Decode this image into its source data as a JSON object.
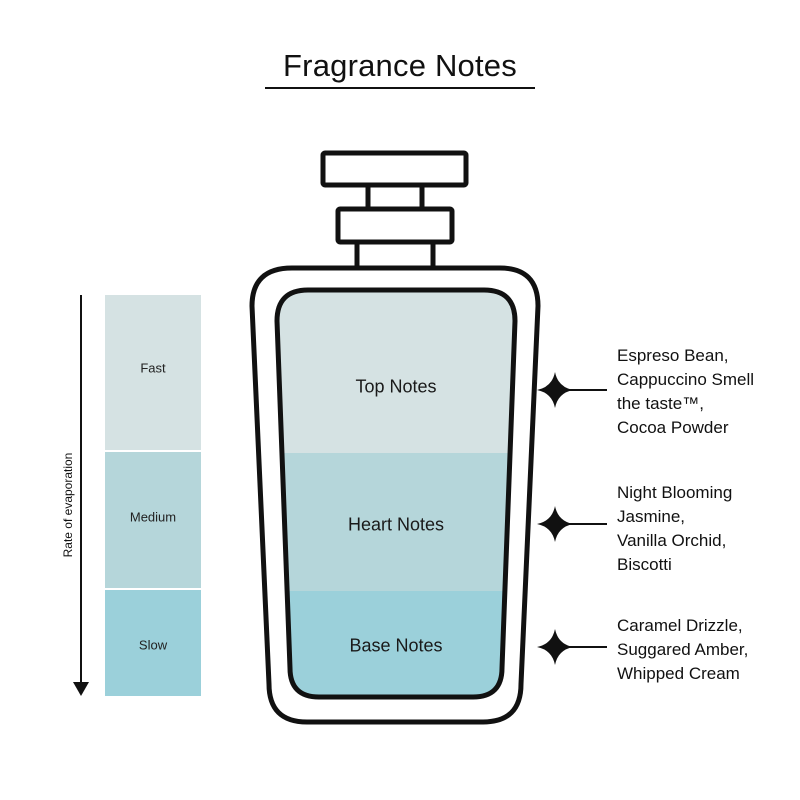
{
  "title": "Fragrance Notes",
  "axis_label": "Rate of evaporation",
  "scale": {
    "fast": "Fast",
    "medium": "Medium",
    "slow": "Slow"
  },
  "layers": {
    "top": "Top Notes",
    "heart": "Heart Notes",
    "base": "Base Notes"
  },
  "notes": {
    "top": [
      "Espreso Bean,",
      "Cappuccino Smell",
      "the taste™,",
      "Cocoa Powder"
    ],
    "heart": [
      "Night Blooming",
      "Jasmine,",
      "Vanilla Orchid,",
      "Biscotti"
    ],
    "base": [
      "Caramel Drizzle,",
      "Suggared Amber,",
      "Whipped Cream"
    ]
  },
  "colors": {
    "top": "#d5e2e3",
    "heart": "#b5d6da",
    "base": "#9bd0da",
    "outline": "#111111"
  }
}
